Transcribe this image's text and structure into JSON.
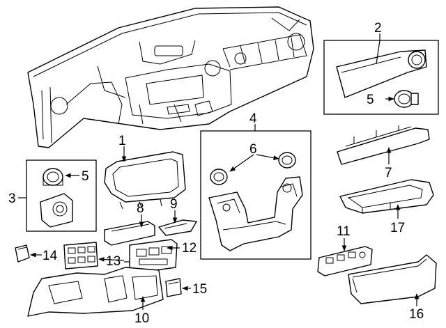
{
  "callouts": {
    "c1": "1",
    "c2": "2",
    "c3": "3",
    "c4": "4",
    "c5a": "5",
    "c5b": "5",
    "c6": "6",
    "c7": "7",
    "c8": "8",
    "c9": "9",
    "c10": "10",
    "c11": "11",
    "c12": "12",
    "c13": "13",
    "c14": "14",
    "c15": "15",
    "c16": "16",
    "c17": "17"
  }
}
